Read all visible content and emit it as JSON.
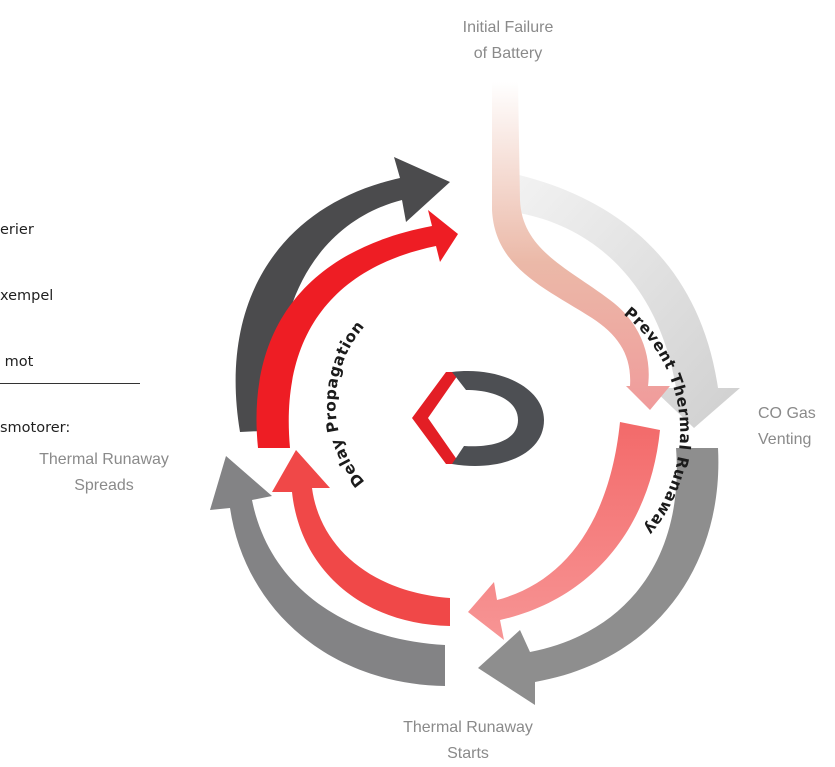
{
  "side_text": {
    "lines": [
      "erier",
      "xempel",
      " mot",
      "smotorer:"
    ]
  },
  "stages": {
    "initial_failure": [
      "Initial Failure",
      "of Battery"
    ],
    "co_gas": [
      "CO Gas",
      "Venting"
    ],
    "tr_starts": [
      "Thermal Runaway",
      "Starts"
    ],
    "tr_spreads": [
      "Thermal Runaway",
      "Spreads"
    ]
  },
  "arc_labels": {
    "prevent": "Prevent Thermal Runaway",
    "delay": "Delay Propagation"
  },
  "colors": {
    "dark_arrow": "#4b4b4d",
    "gray_arrow": "#8c8c8c",
    "light_arrow": "#d4d4d4",
    "red": "#ee1d24",
    "pink": "#f6a1a1",
    "logo_red": "#e31e25",
    "logo_gray": "#4d4f53"
  }
}
